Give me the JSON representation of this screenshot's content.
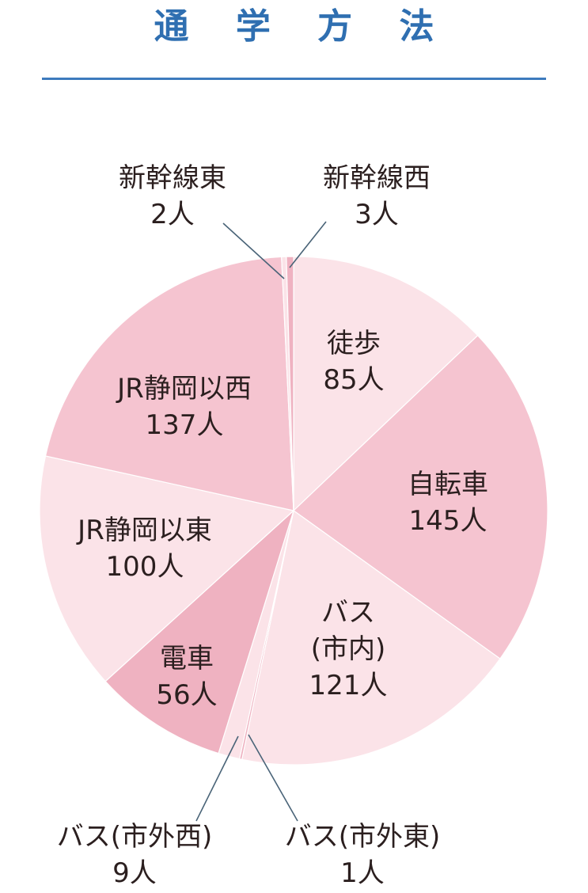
{
  "title": "通 学 方 法",
  "colors": {
    "title": "#2f6fb1",
    "rule": "#3d7bbd",
    "label": "#2b1f1f",
    "leader": "#4a6478",
    "slice_light": "#fbe3e8",
    "slice_medium": "#f5c4d0",
    "slice_dark": "#efb2c1",
    "slice_border": "#ffffff"
  },
  "chart_data": {
    "type": "pie",
    "unit": "人",
    "slices": [
      {
        "name": "徒歩",
        "value": 85,
        "value_label": "85人",
        "label_lines": [
          "徒歩",
          "85人"
        ],
        "shade": "light"
      },
      {
        "name": "自転車",
        "value": 145,
        "value_label": "145人",
        "label_lines": [
          "自転車",
          "145人"
        ],
        "shade": "medium"
      },
      {
        "name": "バス(市内)",
        "value": 121,
        "value_label": "121人",
        "label_lines": [
          "バス",
          "(市内)",
          "121人"
        ],
        "shade": "light"
      },
      {
        "name": "バス(市外東)",
        "value": 1,
        "value_label": "1人",
        "label_lines": [
          "バス(市外東)",
          "1人"
        ],
        "shade": "dark"
      },
      {
        "name": "バス(市外西)",
        "value": 9,
        "value_label": "9人",
        "label_lines": [
          "バス(市外西)",
          "9人"
        ],
        "shade": "light"
      },
      {
        "name": "電車",
        "value": 56,
        "value_label": "56人",
        "label_lines": [
          "電車",
          "56人"
        ],
        "shade": "dark"
      },
      {
        "name": "JR静岡以東",
        "value": 100,
        "value_label": "100人",
        "label_lines": [
          "JR静岡以東",
          "100人"
        ],
        "shade": "light"
      },
      {
        "name": "JR静岡以西",
        "value": 137,
        "value_label": "137人",
        "label_lines": [
          "JR静岡以西",
          "137人"
        ],
        "shade": "medium"
      },
      {
        "name": "新幹線東",
        "value": 2,
        "value_label": "2人",
        "label_lines": [
          "新幹線東",
          "2人"
        ],
        "shade": "light"
      },
      {
        "name": "新幹線西",
        "value": 3,
        "value_label": "3人",
        "label_lines": [
          "新幹線西",
          "3人"
        ],
        "shade": "dark"
      }
    ]
  }
}
